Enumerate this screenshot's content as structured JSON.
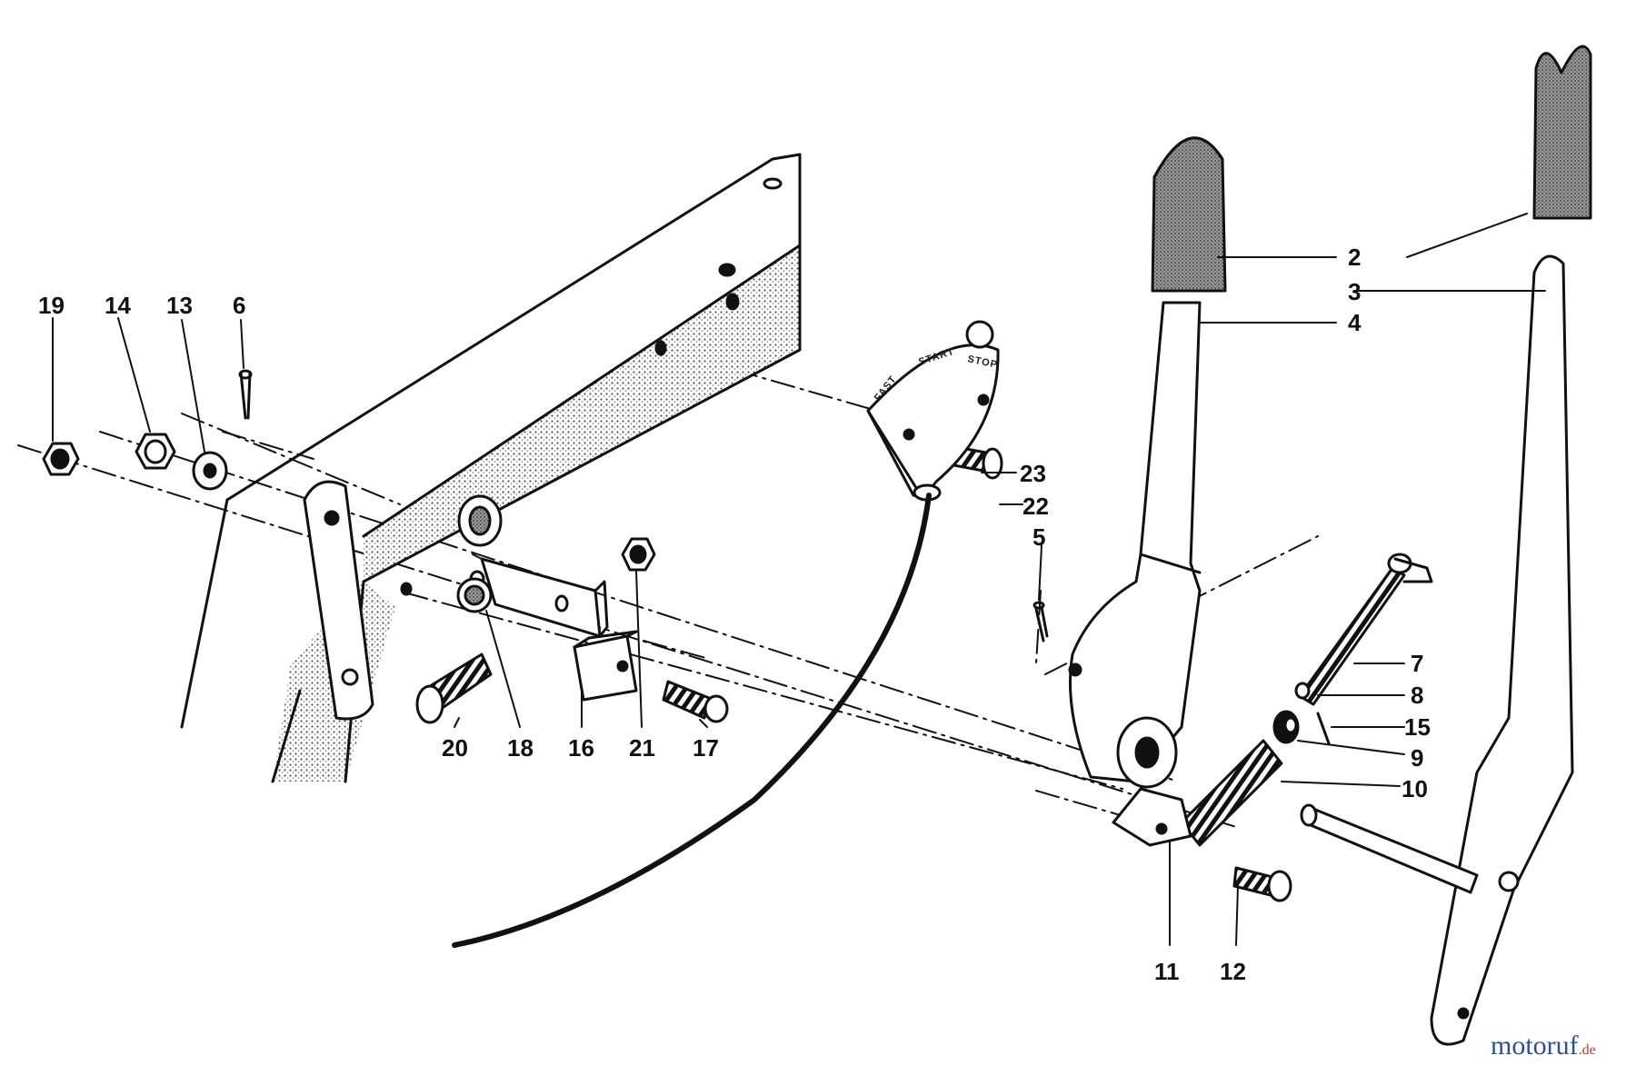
{
  "diagram": {
    "callouts": {
      "n2": "2",
      "n3": "3",
      "n4": "4",
      "n5": "5",
      "n6": "6",
      "n7": "7",
      "n8": "8",
      "n9": "9",
      "n10": "10",
      "n11": "11",
      "n12": "12",
      "n13": "13",
      "n14": "14",
      "n15": "15",
      "n16": "16",
      "n17": "17",
      "n18": "18",
      "n19": "19",
      "n20": "20",
      "n21": "21",
      "n22": "22",
      "n23": "23"
    },
    "dial_labels": {
      "fast": "FAST",
      "start": "START",
      "stop": "STOP"
    },
    "watermark": {
      "name": "motoruf",
      "suffix": ".de"
    }
  },
  "colors": {
    "ink": "#111111",
    "stipple": "#8a8a8a",
    "grip": "#707070",
    "watermark_blue": "#2a4f96",
    "watermark_red": "#c8332a"
  }
}
